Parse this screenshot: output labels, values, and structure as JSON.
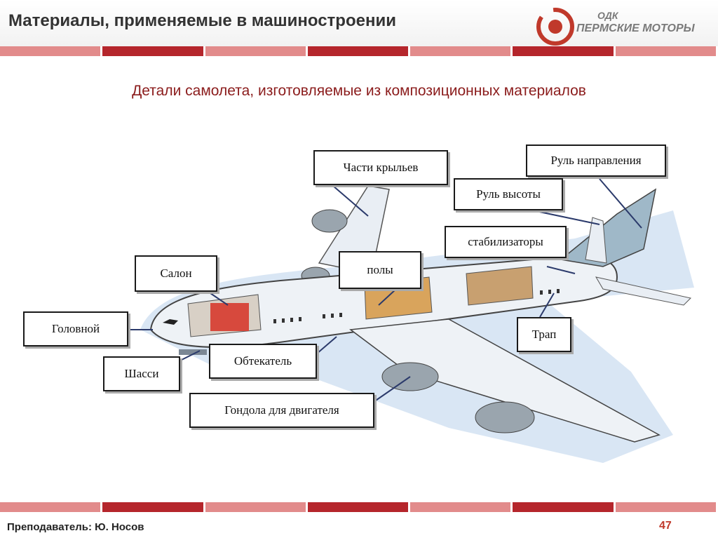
{
  "header": {
    "title": "Материалы, применяемые в машиностроении"
  },
  "logo": {
    "line1": "ОДК",
    "line2": "ПЕРМСКИЕ МОТОРЫ"
  },
  "subtitle": "Детали самолета, изготовляемые из композиционных материалов",
  "labels": {
    "wing_parts": "Части крыльев",
    "rudder": "Руль направления",
    "elevator": "Руль высоты",
    "stabilizers": "стабилизаторы",
    "cabin": "Салон",
    "floors": "полы",
    "nose": "Головной",
    "ramp": "Трап",
    "gear": "Шасси",
    "fairing": "Обтекатель",
    "nacelle": "Гондола для двигателя"
  },
  "footer": {
    "teacher": "Преподаватель: Ю. Носов",
    "page": "47"
  },
  "colors": {
    "accent": "#c0392b",
    "stripe_light": "#e28b8b",
    "stripe_dark": "#b5262c"
  }
}
